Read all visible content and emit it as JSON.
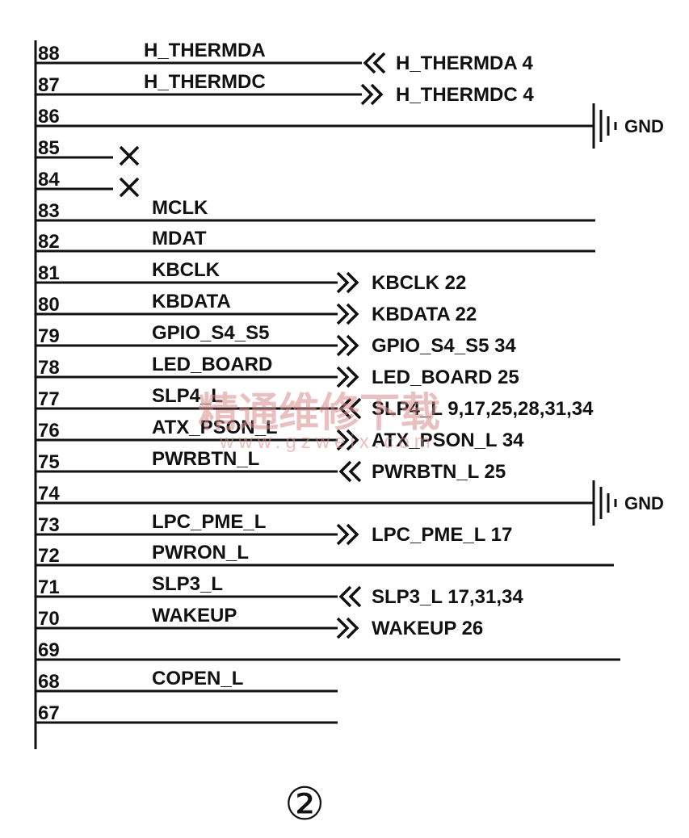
{
  "pins": [
    {
      "num": "88",
      "signal": "H_THERMDA",
      "dir": "in",
      "ref": "H_THERMDA 4"
    },
    {
      "num": "87",
      "signal": "H_THERMDC",
      "dir": "out",
      "ref": "H_THERMDC 4"
    },
    {
      "num": "86",
      "signal": "",
      "dir": "gnd",
      "ref": "GND"
    },
    {
      "num": "85",
      "signal": "",
      "dir": "nc",
      "ref": ""
    },
    {
      "num": "84",
      "signal": "",
      "dir": "nc",
      "ref": ""
    },
    {
      "num": "83",
      "signal": "MCLK",
      "dir": "none",
      "ref": ""
    },
    {
      "num": "82",
      "signal": "MDAT",
      "dir": "none",
      "ref": ""
    },
    {
      "num": "81",
      "signal": "KBCLK",
      "dir": "out",
      "ref": "KBCLK 22"
    },
    {
      "num": "80",
      "signal": "KBDATA",
      "dir": "out",
      "ref": "KBDATA 22"
    },
    {
      "num": "79",
      "signal": "GPIO_S4_S5",
      "dir": "out",
      "ref": "GPIO_S4_S5 34"
    },
    {
      "num": "78",
      "signal": "LED_BOARD",
      "dir": "out",
      "ref": "LED_BOARD 25"
    },
    {
      "num": "77",
      "signal": "SLP4_L",
      "dir": "in",
      "ref": "SLP4_L 9,17,25,28,31,34"
    },
    {
      "num": "76",
      "signal": "ATX_PSON_L",
      "dir": "out",
      "ref": "ATX_PSON_L 34"
    },
    {
      "num": "75",
      "signal": "PWRBTN_L",
      "dir": "in",
      "ref": "PWRBTN_L 25"
    },
    {
      "num": "74",
      "signal": "",
      "dir": "gnd",
      "ref": "GND"
    },
    {
      "num": "73",
      "signal": "LPC_PME_L",
      "dir": "out",
      "ref": "LPC_PME_L 17"
    },
    {
      "num": "72",
      "signal": "PWRON_L",
      "dir": "none",
      "ref": ""
    },
    {
      "num": "71",
      "signal": "SLP3_L",
      "dir": "in",
      "ref": "SLP3_L 17,31,34"
    },
    {
      "num": "70",
      "signal": "WAKEUP",
      "dir": "out",
      "ref": "WAKEUP 26"
    },
    {
      "num": "69",
      "signal": "",
      "dir": "none",
      "ref": ""
    },
    {
      "num": "68",
      "signal": "COPEN_L",
      "dir": "none",
      "ref": ""
    },
    {
      "num": "67",
      "signal": "",
      "dir": "none",
      "ref": ""
    }
  ],
  "watermark": {
    "cn": "精通维修下载",
    "url": "www.gzweix.com"
  },
  "figure_label": "②"
}
